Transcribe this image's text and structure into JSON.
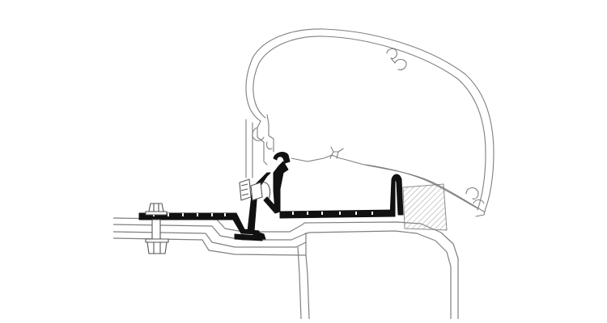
{
  "diagram": {
    "kind": "technical-cross-section",
    "parts": [
      {
        "id": "awning-housing-profile",
        "style": "outline-double"
      },
      {
        "id": "mounting-adapter-profile",
        "style": "solid-black"
      },
      {
        "id": "vehicle-roof-body",
        "style": "outline-double"
      },
      {
        "id": "mounting-bolt",
        "style": "outline"
      },
      {
        "id": "clamp-bolt",
        "style": "outline"
      },
      {
        "id": "seal-block",
        "style": "hatched"
      }
    ],
    "colors": {
      "outline": "#7f7f7f",
      "solid": "#111111",
      "hatch": "#9a9a9a",
      "background": "#ffffff"
    }
  }
}
